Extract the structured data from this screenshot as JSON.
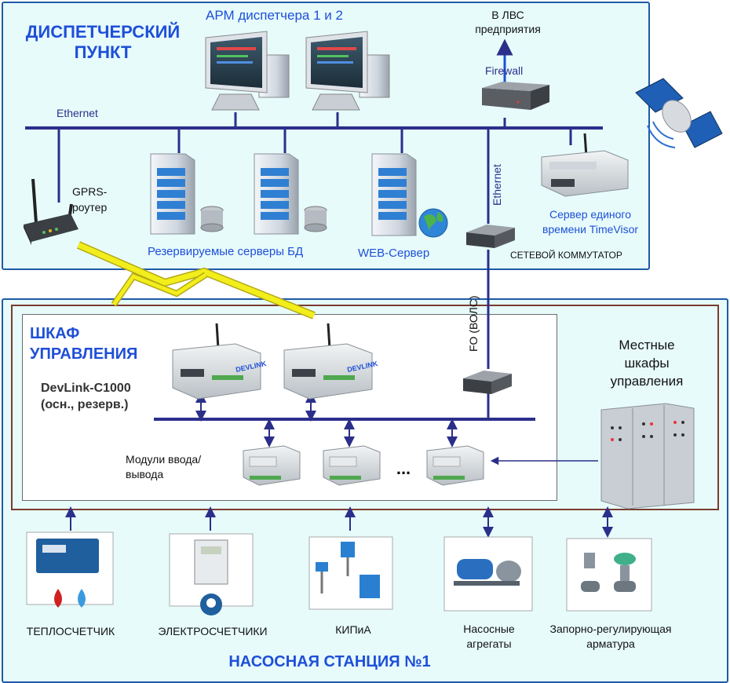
{
  "colors": {
    "bus": "#2b2f8a",
    "panel_bg": "#e7fbfb",
    "panel_border": "#1e5aa8",
    "frame": "#7a3b2e",
    "title": "#1e4fd8",
    "wireless": "#f2ee1c"
  },
  "control_room": {
    "title_line1": "ДИСПЕТЧЕРСКИЙ",
    "title_line2": "ПУНКТ",
    "ethernet_label": "Ethernet",
    "workstations_label": "АРМ диспетчера 1 и 2",
    "lan_label_line1": "В ЛВС",
    "lan_label_line2": "предприятия",
    "firewall_label": "Firewall",
    "gprs_label_line1": "GPRS-",
    "gprs_label_line2": "роутер",
    "db_servers_label": "Резервируемые серверы БД",
    "web_server_label": "WEB-Сервер",
    "ethernet_vertical_label": "Ethernet",
    "time_server_line1": "Сервер единого",
    "time_server_line2": "времени TimeVisor",
    "switch_label": "СЕТЕВОЙ КОММУТАТОР"
  },
  "cabinet": {
    "title_line1": "ШКАФ",
    "title_line2": "УПРАВЛЕНИЯ",
    "controller_line1": "DevLink-C1000",
    "controller_line2": "(осн., резерв.)",
    "io_label_line1": "Модули ввода/",
    "io_label_line2": "вывода",
    "ellipsis": "...",
    "fo_label": "FO (ВОЛС)",
    "device_brand": "DEVLINK",
    "local_line1": "Местные",
    "local_line2": "шкафы",
    "local_line3": "управления"
  },
  "station": {
    "title": "НАСОСНАЯ СТАНЦИЯ №1",
    "devices": [
      {
        "label": "ТЕПЛОСЧЕТЧИК",
        "icon": "heat-meter-icon"
      },
      {
        "label": "ЭЛЕКТРОСЧЕТЧИКИ",
        "icon": "electric-meter-icon"
      },
      {
        "label": "КИПиА",
        "icon": "instrumentation-icon"
      },
      {
        "label_line1": "Насосные",
        "label_line2": "агрегаты",
        "icon": "pump-icon"
      },
      {
        "label_line1": "Запорно-регулирующая",
        "label_line2": "арматура",
        "icon": "valve-icon"
      }
    ]
  }
}
